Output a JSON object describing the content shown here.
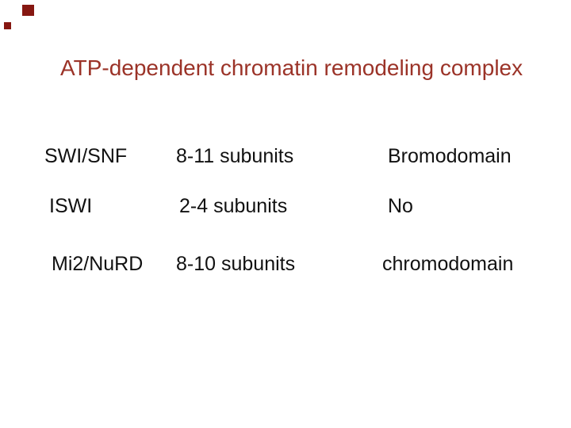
{
  "slide": {
    "title": "ATP-dependent chromatin remodeling complex",
    "colors": {
      "title_text": "#9B3328",
      "decoration_square": "#861711",
      "body_text": "#111111",
      "background": "#FFFFFF"
    },
    "decoration": {
      "large_square": "top-left-large-square",
      "small_square": "top-left-small-square"
    },
    "table": {
      "rows": [
        {
          "complex": "SWI/SNF",
          "subunits": "8-11 subunits",
          "domain": "Bromodomain"
        },
        {
          "complex": "ISWI",
          "subunits": "2-4 subunits",
          "domain": "No"
        },
        {
          "complex": "Mi2/NuRD",
          "subunits": "8-10 subunits",
          "domain": "chromodomain"
        }
      ]
    }
  }
}
